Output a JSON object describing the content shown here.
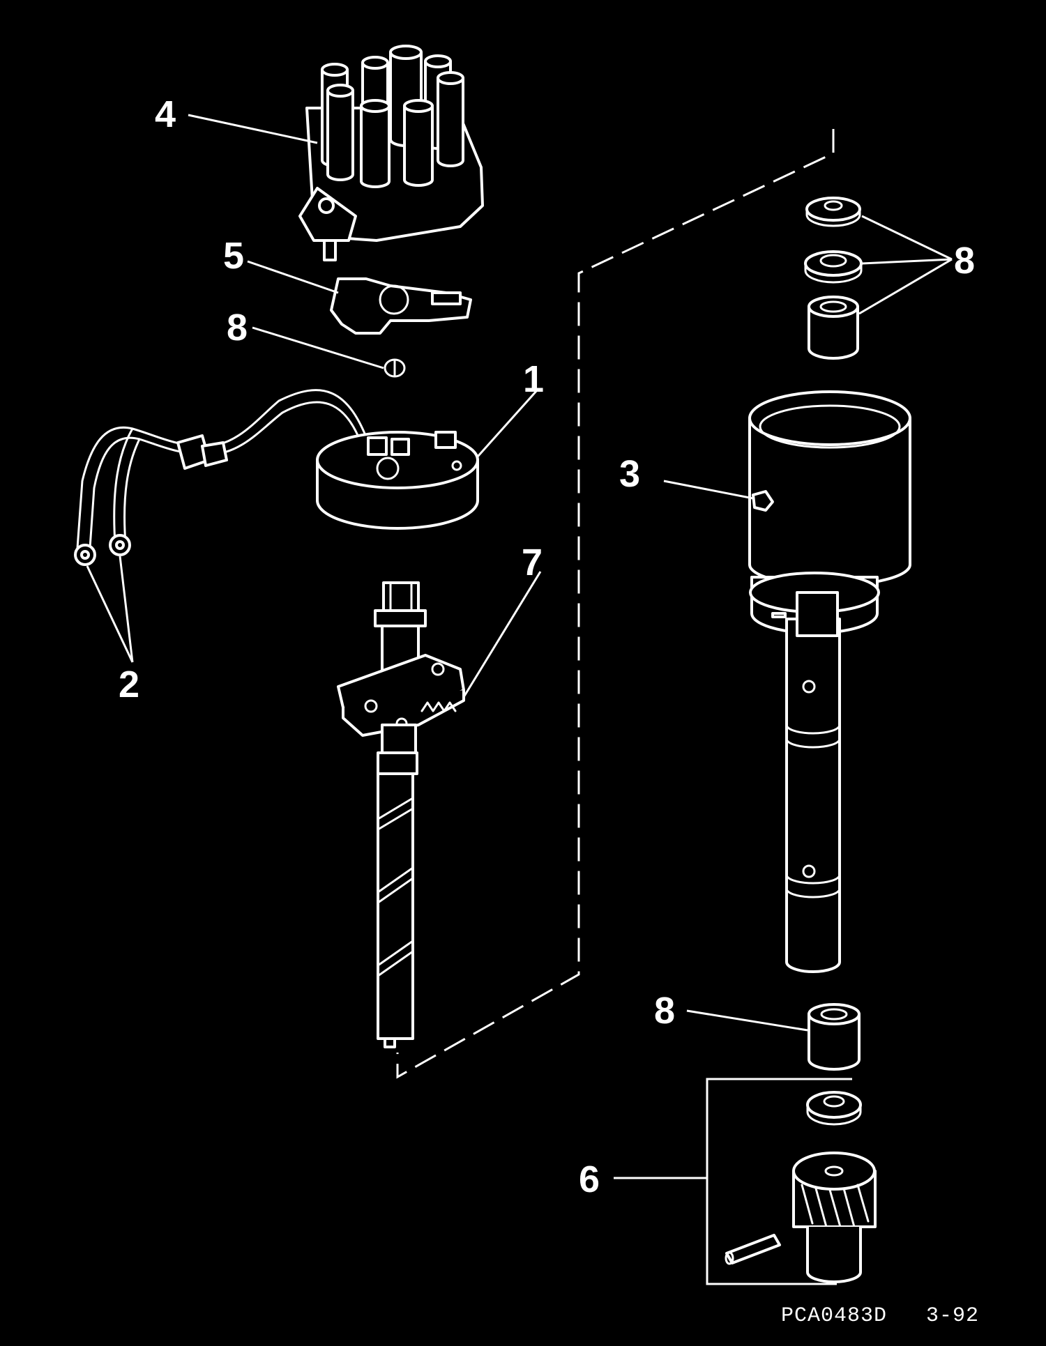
{
  "diagram": {
    "callouts": {
      "c1": "1",
      "c2": "2",
      "c3": "3",
      "c4": "4",
      "c5": "5",
      "c6": "6",
      "c7": "7",
      "c8a": "8",
      "c8b": "8",
      "c8c": "8"
    },
    "reference_code": "PCA0483D",
    "revision": "3-92"
  },
  "colors": {
    "background": "#000000",
    "line": "#ffffff"
  }
}
